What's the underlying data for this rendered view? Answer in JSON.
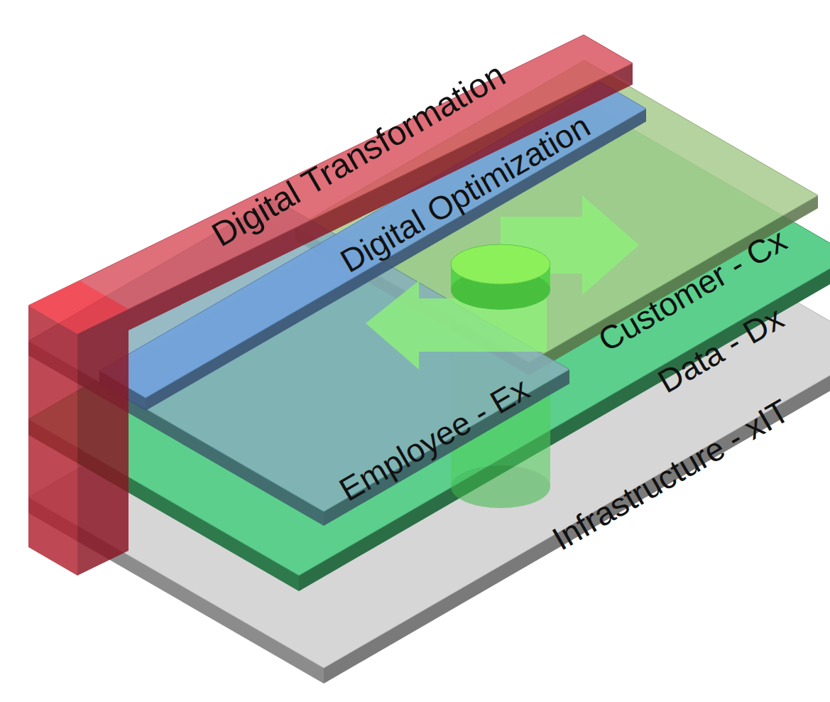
{
  "diagram": {
    "nodes": [
      {
        "text": [
          "Digital Transformation"
        ]
      },
      {
        "text": [
          "Digital Optimization"
        ]
      },
      {
        "text": [
          "Customer - Cx"
        ]
      },
      {
        "text": [
          "Data - Dx"
        ]
      },
      {
        "text": [
          "Employee - Ex"
        ]
      },
      {
        "text": [
          "Infrastructure - xIT"
        ]
      }
    ]
  }
}
